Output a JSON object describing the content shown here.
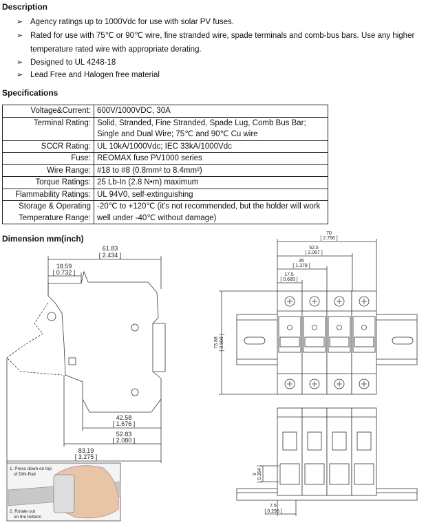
{
  "description": {
    "title": "Description",
    "bullets": [
      "Agency ratings up to 1000Vdc for use with solar PV fuses.",
      "Rated for use with 75℃ or 90℃ wire, fine stranded wire, spade terminals and comb-bus bars. Use any higher temperature rated wire with appropriate derating.",
      "Designed to UL 4248-18",
      "Lead Free and Halogen free material"
    ]
  },
  "specifications": {
    "title": "Specifications",
    "rows": [
      {
        "label": "Voltage&Current:",
        "value": "600V/1000VDC, 30A"
      },
      {
        "label": "Terminal Rating:",
        "value": "Solid, Stranded, Fine Stranded, Spade Lug, Comb Bus Bar; Single and Dual Wire; 75℃ and 90℃ Cu wire"
      },
      {
        "label": "SCCR Rating:",
        "value": "UL 10kA/1000Vdc; IEC 33kA/1000Vdc"
      },
      {
        "label": "Fuse:",
        "value": "REOMAX  fuse  PV1000  series"
      },
      {
        "label": "Wire Range:",
        "value": "#18 to #8 (0.8mm² to 8.4mm²)"
      },
      {
        "label": "Torque Ratings:",
        "value": "25 Lb-In (2.8 N•m) maximum"
      },
      {
        "label": "Flammability Ratings:",
        "value": "UL 94V0, self-extinguishing"
      },
      {
        "label": "Storage & Operating Temperature Range:",
        "value": "-20℃ to +120℃  (it's not recommended, but the holder will work well under -40℃ without damage)"
      }
    ]
  },
  "dimension": {
    "title": "Dimension mm(inch)",
    "side": {
      "d1": "61.83",
      "d1i": "[ 2.434 ]",
      "d2": "18.59",
      "d2i": "[ 0.732 ]",
      "d3": "42.58",
      "d3i": "[ 1.676 ]",
      "d4": "52.83",
      "d4i": "[ 2.080 ]",
      "d5": "83.19",
      "d5i": "[ 3.275 ]"
    },
    "photo": {
      "step1": "1. Press down on top",
      "step1b": "of DIN-Rail",
      "step2": "2. Rotate out",
      "step2b": "on the bottom"
    },
    "front": {
      "w70": "70",
      "w70i": "[ 2.756 ]",
      "w52": "52.5",
      "w52i": "[ 2.067 ]",
      "w35": "35",
      "w35i": "[ 1.378 ]",
      "w17": "17.5",
      "w17i": "[ 0.689 ]",
      "h": "73.88",
      "hi": "[ 2.909 ]",
      "d9": "9",
      "d9i": "[ 0.354 ]",
      "d75": "7.5",
      "d75i": "[ 0.295 ]"
    }
  }
}
